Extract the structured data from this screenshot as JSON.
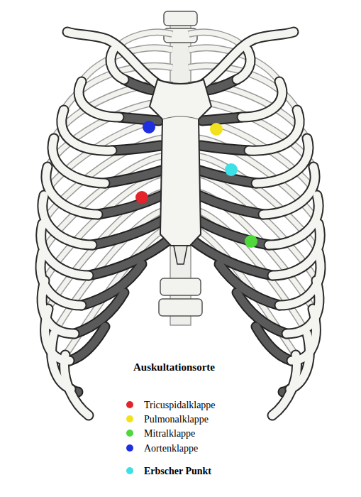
{
  "diagram": {
    "title": "Auskultationsorte",
    "legend": [
      {
        "text": "Tricuspidalklappe",
        "color": "#e3242b"
      },
      {
        "text": "Pulmonalklappe",
        "color": "#f2e21d"
      },
      {
        "text": "Mitralklappe",
        "color": "#4fd83a"
      },
      {
        "text": "Aortenklappe",
        "color": "#1f2fe0"
      },
      {
        "text": "Erbscher Punkt",
        "color": "#3de0e6"
      }
    ]
  }
}
